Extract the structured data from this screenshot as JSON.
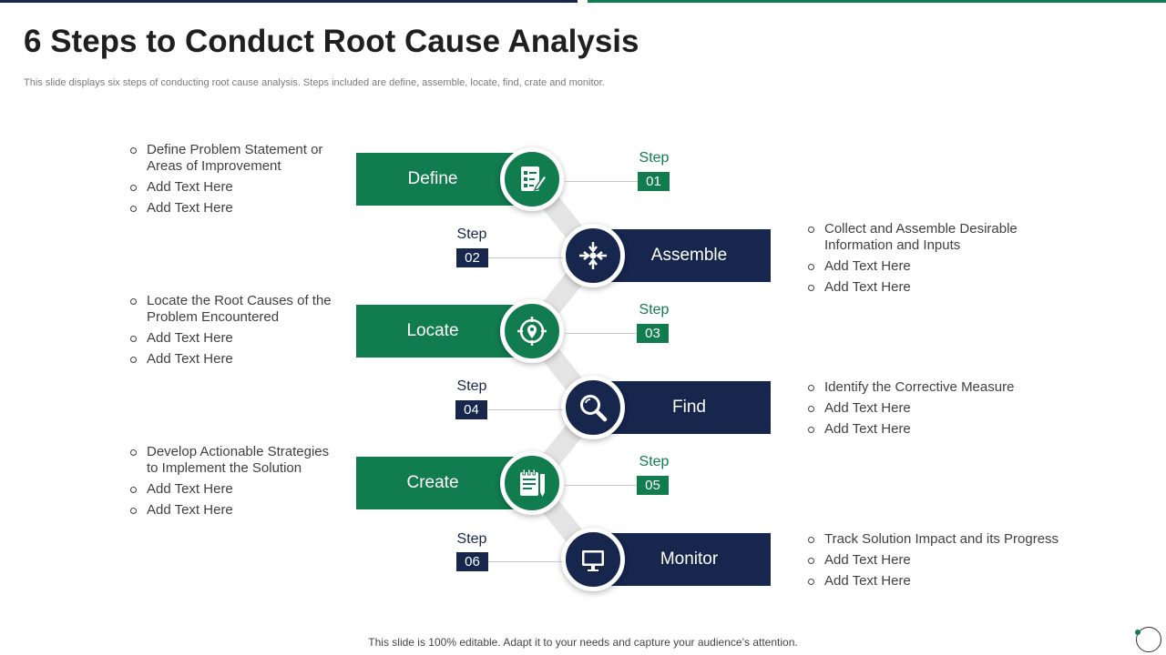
{
  "slide": {
    "title": "6 Steps to Conduct Root Cause Analysis",
    "subtitle": "This slide displays six steps of conducting root cause analysis. Steps included are define, assemble, locate, find, crate and monitor.",
    "footer": "This slide is 100% editable. Adapt it to your needs and capture your audience’s attention."
  },
  "colors": {
    "green": "#117c4e",
    "navy": "#16264c"
  },
  "steps": [
    {
      "name": "Define",
      "step_word": "Step",
      "number": "01",
      "icon": "checklist-edit-icon",
      "color": "green",
      "bullets": [
        "Define Problem Statement or Areas of Improvement",
        "Add Text Here",
        "Add Text Here"
      ]
    },
    {
      "name": "Assemble",
      "step_word": "Step",
      "number": "02",
      "icon": "converge-arrows-icon",
      "color": "navy",
      "bullets": [
        "Collect and Assemble Desirable Information and Inputs",
        "Add Text Here",
        "Add Text Here"
      ]
    },
    {
      "name": "Locate",
      "step_word": "Step",
      "number": "03",
      "icon": "target-location-icon",
      "color": "green",
      "bullets": [
        "Locate the Root Causes of the Problem Encountered",
        "Add Text Here",
        "Add Text Here"
      ]
    },
    {
      "name": "Find",
      "step_word": "Step",
      "number": "04",
      "icon": "magnifier-icon",
      "color": "navy",
      "bullets": [
        "Identify the Corrective Measure",
        "Add Text Here",
        "Add Text Here"
      ]
    },
    {
      "name": "Create",
      "step_word": "Step",
      "number": "05",
      "icon": "notepad-pencil-icon",
      "color": "green",
      "bullets": [
        "Develop Actionable Strategies to Implement the Solution",
        "Add Text Here",
        "Add Text Here"
      ]
    },
    {
      "name": "Monitor",
      "step_word": "Step",
      "number": "06",
      "icon": "monitor-icon",
      "color": "navy",
      "bullets": [
        "Track Solution Impact and its Progress",
        "Add Text Here",
        "Add Text Here"
      ]
    }
  ]
}
